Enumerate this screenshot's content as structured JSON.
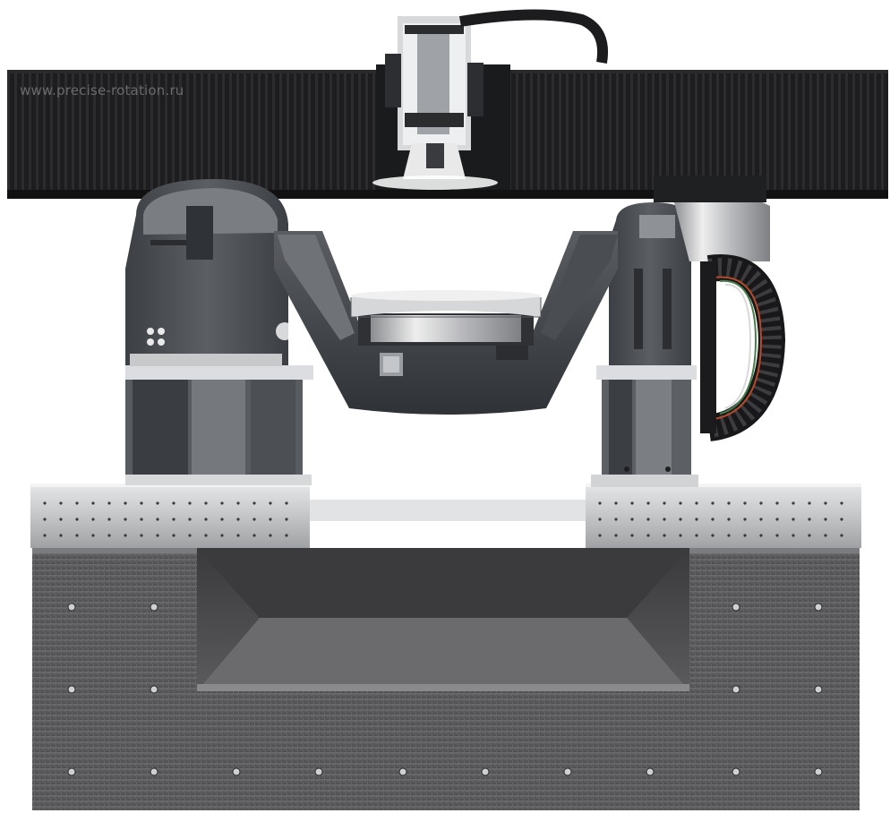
{
  "watermark": {
    "text": "www.precise-rotation.ru"
  },
  "colors": {
    "background": "#ffffff",
    "granite": "#555558",
    "bellows": "#1a1a1c",
    "machine_grey": "#4a4d52",
    "steel": "#c9cacc"
  },
  "icons": {
    "gantry": "gantry-bellows",
    "trunnion": "trunnion-rotary-table",
    "cable_chain": "cable-chain",
    "base": "granite-base"
  }
}
